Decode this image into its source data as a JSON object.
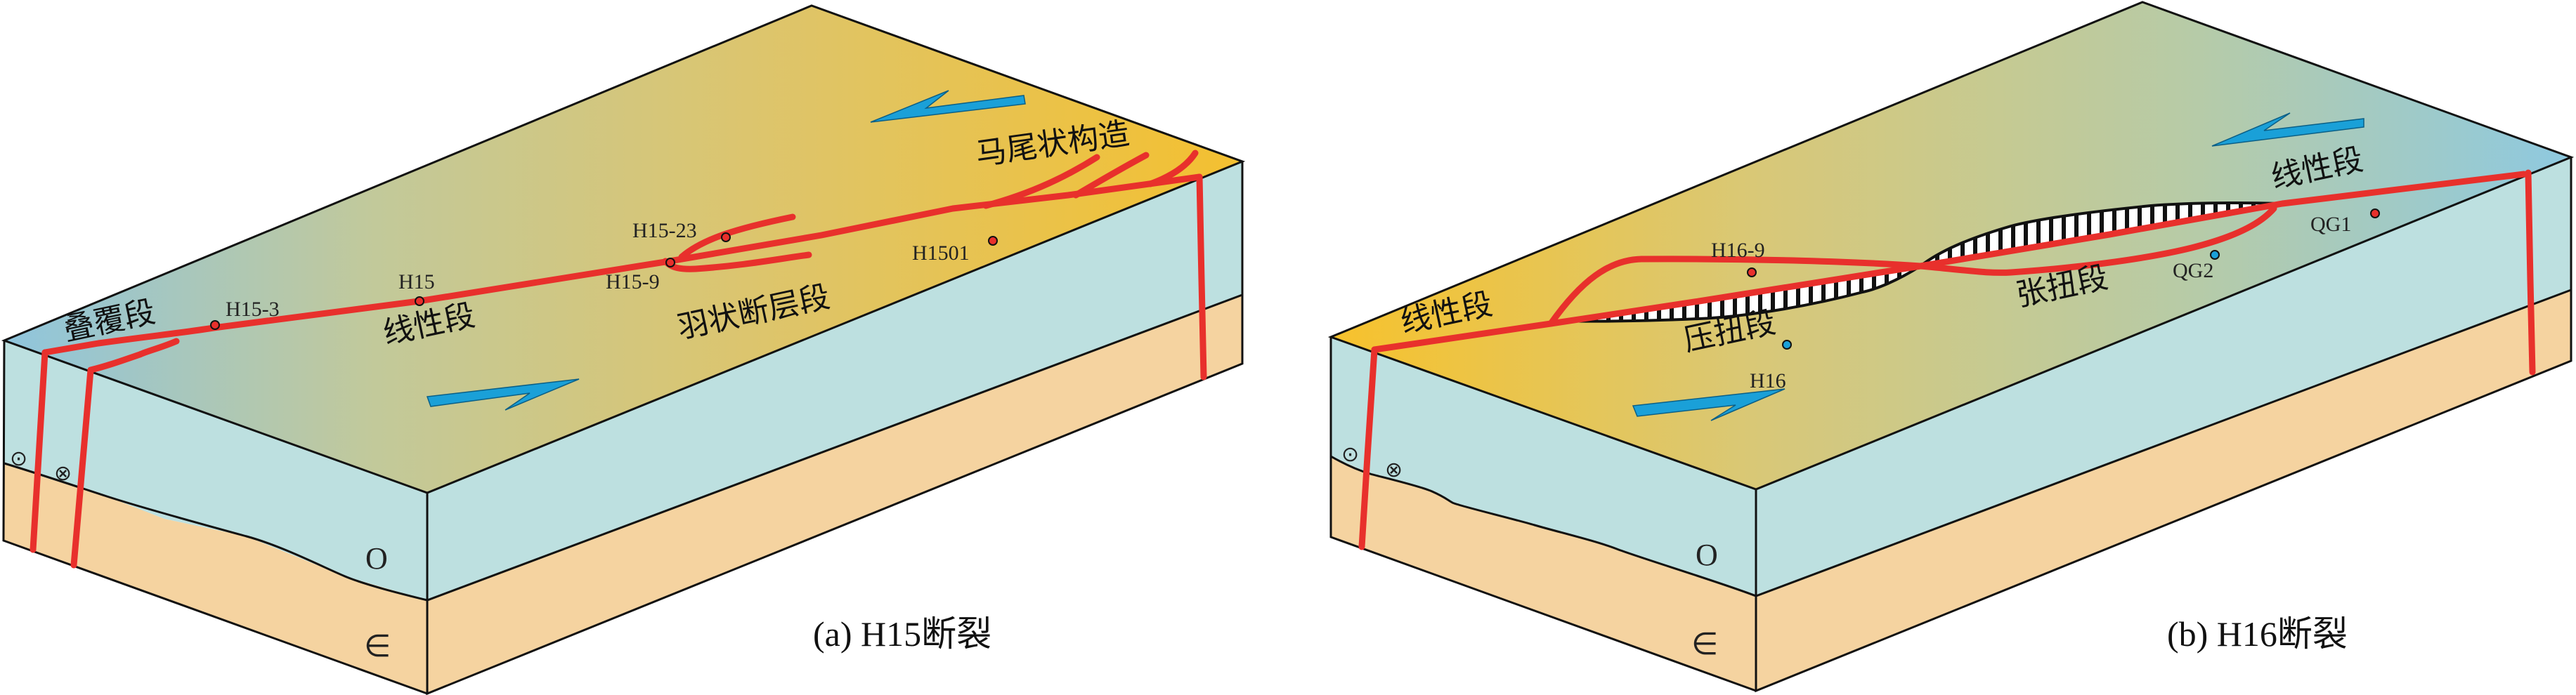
{
  "colors": {
    "fault": "#e8302c",
    "arrow": "#1aa0d8",
    "ordovician": "#bde0e0",
    "cambrian": "#f5d3a0",
    "top_blue": "#8fc5dd",
    "top_orange": "#f4c030"
  },
  "panel_a": {
    "caption": "(a) H15断裂",
    "segments": {
      "overlap": "叠覆段",
      "linear": "线性段",
      "pinnate": "羽状断层段",
      "horsetail": "马尾状构造"
    },
    "wells": {
      "h15_3": "H15-3",
      "h15": "H15",
      "h15_9": "H15-9",
      "h15_23": "H15-23",
      "h1501": "H1501"
    },
    "strata": {
      "upper": "O",
      "lower": "∈"
    },
    "motion_symbols": {
      "out": "⊙",
      "in": "⊗"
    }
  },
  "panel_b": {
    "caption": "(b) H16断裂",
    "segments": {
      "linear_left": "线性段",
      "transpression": "压扭段",
      "transtension": "张扭段",
      "linear_right": "线性段"
    },
    "wells": {
      "h16_9": "H16-9",
      "h16": "H16",
      "qg2": "QG2",
      "qg1": "QG1"
    },
    "strata": {
      "upper": "O",
      "lower": "∈"
    },
    "motion_symbols": {
      "out": "⊙",
      "in": "⊗"
    }
  }
}
